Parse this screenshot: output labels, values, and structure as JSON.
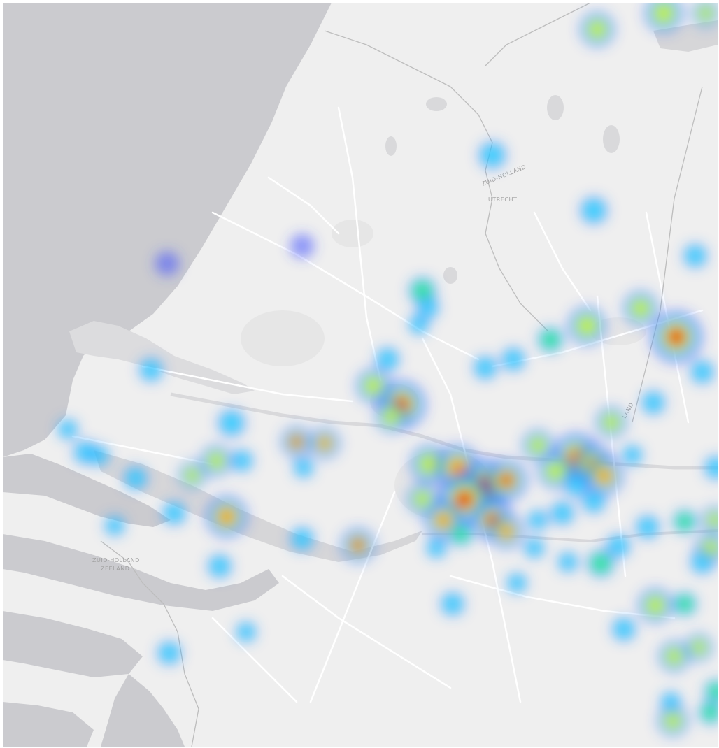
{
  "map": {
    "colors": {
      "sea": "#cbcbcf",
      "land": "#efefef",
      "river": "#d4d4d6",
      "lake": "#d9d9db",
      "road": "#ffffff",
      "urban": "#e6e6e6",
      "border": "#cfcfcf"
    },
    "region_labels": {
      "zh_utrecht_top": "ZUID-HOLLAND",
      "zh_utrecht_bottom": "UTRECHT",
      "zh_zeeland_top": "ZUID-HOLLAND",
      "zh_zeeland_bottom": "ZEELAND",
      "gelderland_fragment": "LAND"
    },
    "heatmap": {
      "gradient": [
        "#3b4cff",
        "#24e0ff",
        "#2ef067",
        "#e6ef1c",
        "#ff8a00",
        "#e01010"
      ],
      "max_intensity": 1.0
    }
  }
}
